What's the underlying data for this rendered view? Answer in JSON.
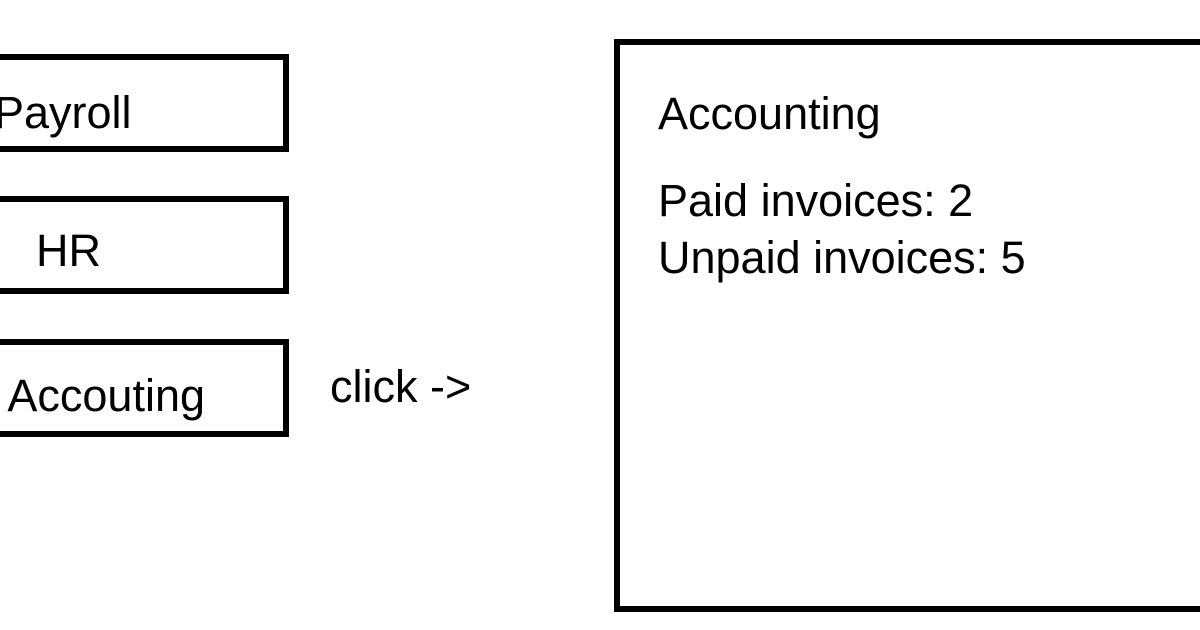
{
  "menu": {
    "items": [
      {
        "label": "Payroll"
      },
      {
        "label": "HR"
      },
      {
        "label": "Accouting"
      }
    ]
  },
  "annotation": {
    "click_label": "click ->"
  },
  "panel": {
    "title": "Accounting",
    "lines": [
      "Paid invoices: 2",
      "Unpaid invoices: 5"
    ]
  }
}
